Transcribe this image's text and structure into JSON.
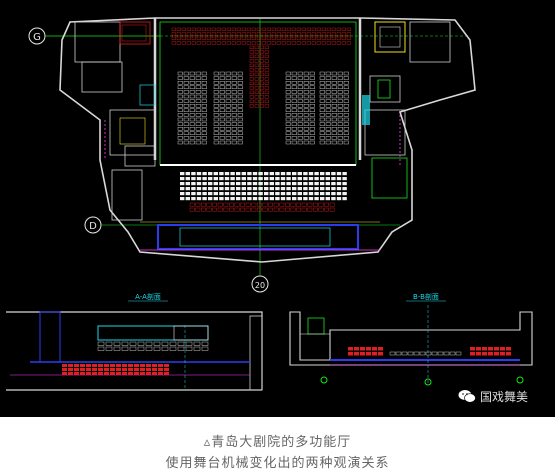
{
  "drawing": {
    "plan_axis_labels": [
      "G",
      "D",
      "20"
    ],
    "section_titles": [
      "A-A剖面",
      "B-B剖面"
    ]
  },
  "watermark": {
    "text": "国戏舞美"
  },
  "caption": {
    "line1": "▵青岛大剧院的多功能厅",
    "line2": "使用舞台机械变化出的两种观演关系"
  },
  "colors": {
    "background": "#000000",
    "wall": "#d8d8d8",
    "seat_red": "#e02020",
    "seat_white": "#f2f2f2",
    "grid_green": "#19e619",
    "blue": "#2a3cf0",
    "cyan": "#1fd8e8",
    "magenta": "#ff3cff",
    "yellow": "#f0e020"
  }
}
